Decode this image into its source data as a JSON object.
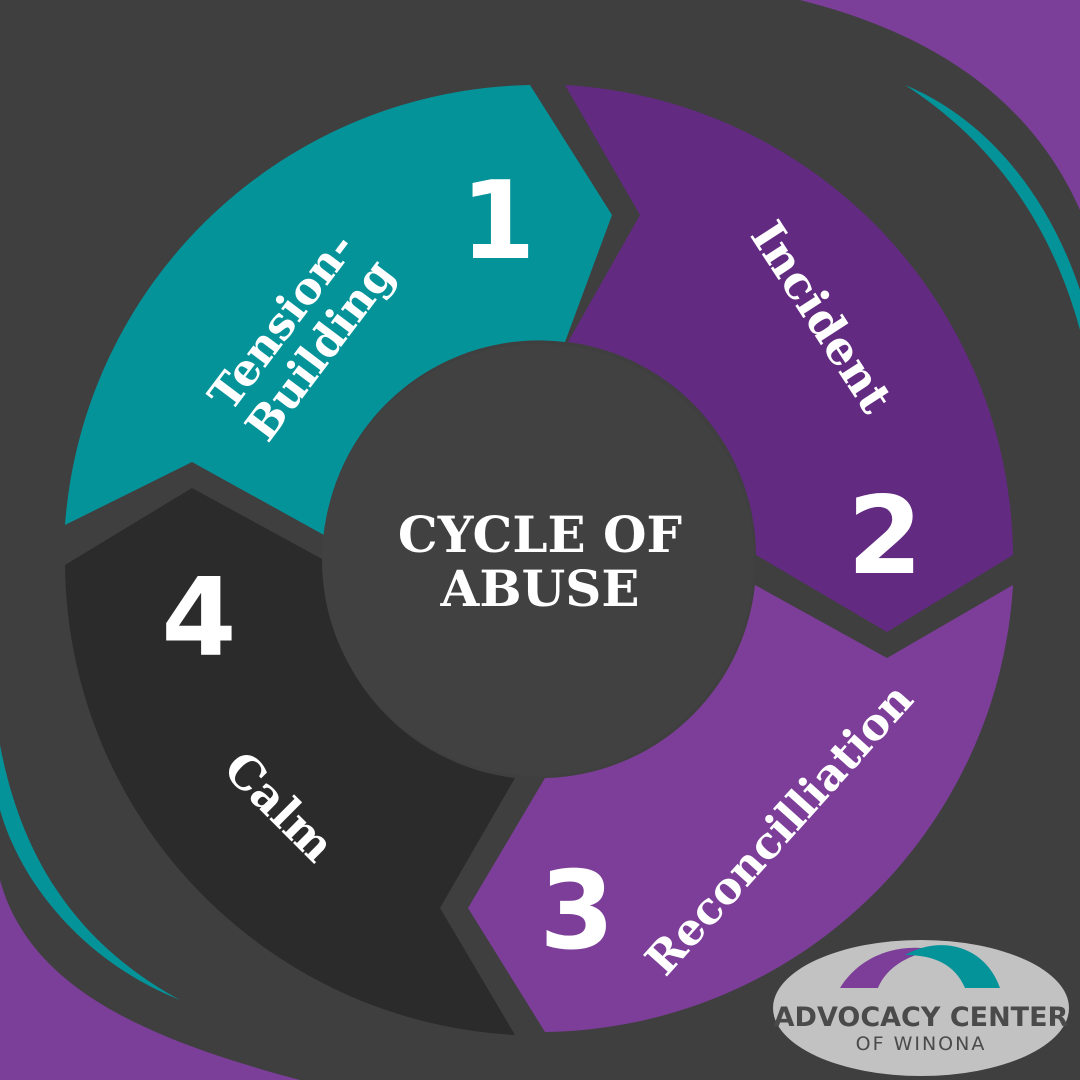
{
  "title": {
    "line1": "CYCLE OF",
    "line2": "ABUSE"
  },
  "stages": [
    {
      "number": "1",
      "label_line1": "Tension-",
      "label_line2": "Building"
    },
    {
      "number": "2",
      "label": "Incident"
    },
    {
      "number": "3",
      "label": "Reconcilliation"
    },
    {
      "number": "4",
      "label": "Calm"
    }
  ],
  "logo": {
    "line1": "ADVOCACY CENTER",
    "line2": "OF WINONA"
  },
  "colors": {
    "background": "#3f3f3f",
    "teal": "#05939a",
    "purple_dark": "#622a80",
    "purple": "#7c3e98",
    "charcoal": "#2b2b2b",
    "center": "#414141",
    "text": "#ffffff",
    "logo_oval": "#c0c0c0",
    "logo_text": "#4a4a4a"
  }
}
